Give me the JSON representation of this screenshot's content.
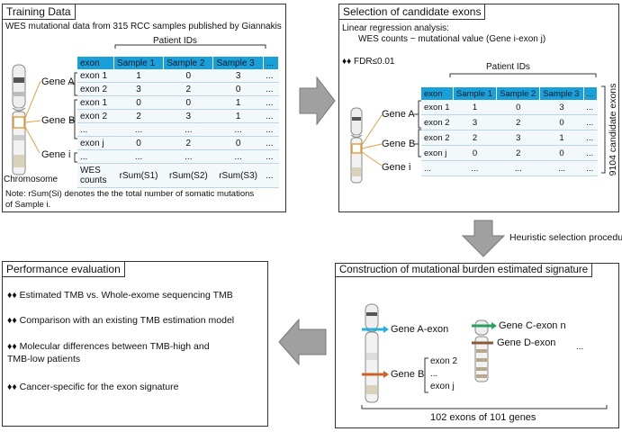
{
  "training": {
    "title": "Training Data",
    "subtitle": "WES mutational data from 315 RCC samples published by Giannakis",
    "patient_ids": "Patient IDs",
    "genes": [
      "Gene A",
      "Gene B",
      "Gene i"
    ],
    "chromosome": "Chromosome",
    "header": [
      "exon",
      "Sample 1",
      "Sample 2",
      "Sample 3",
      "..."
    ],
    "rows": [
      [
        "exon 1",
        "1",
        "0",
        "3",
        "..."
      ],
      [
        "exon 2",
        "3",
        "2",
        "0",
        "..."
      ],
      [
        "exon 1",
        "0",
        "0",
        "1",
        "..."
      ],
      [
        "exon 2",
        "2",
        "3",
        "1",
        "..."
      ],
      [
        "...",
        "...",
        "...",
        "...",
        "..."
      ],
      [
        "exon j",
        "0",
        "2",
        "0",
        "..."
      ],
      [
        "...",
        "...",
        "...",
        "...",
        "..."
      ]
    ],
    "counts_label_1": "WES",
    "counts_label_2": "counts",
    "counts": [
      "rSum(S1)",
      "rSum(S2)",
      "rSum(S3)",
      "..."
    ],
    "note_1": "Note: rSum(Si) denotes the the total number of somatic mutations",
    "note_2": "of Sample i."
  },
  "selection": {
    "title": "Selection of candidate exons",
    "line1": "Linear regression analysis:",
    "line2": "WES counts ~ mutational value (Gene i-exon j)",
    "fdr": "♦♦  FDR≤0.01",
    "patient_ids": "Patient IDs",
    "genes": [
      "Gene A",
      "Gene B",
      "Gene i"
    ],
    "header": [
      "exon",
      "Sample 1",
      "Sample 2",
      "Sample 3",
      "..."
    ],
    "rows": [
      [
        "exon 1",
        "1",
        "0",
        "3",
        "..."
      ],
      [
        "exon 2",
        "3",
        "2",
        "0",
        "..."
      ],
      [
        "exon 2",
        "2",
        "3",
        "1",
        "..."
      ],
      [
        "exon j",
        "0",
        "2",
        "0",
        "..."
      ],
      [
        "...",
        "...",
        "...",
        "...",
        "..."
      ]
    ],
    "candidate_count": "9104 candidate exons"
  },
  "heuristic": "Heuristic selection procedure",
  "performance": {
    "title": "Performance evaluation",
    "bullets": [
      "♦♦  Estimated TMB vs. Whole-exome sequencing TMB",
      "♦♦  Comparison with an existing TMB estimation model",
      "♦♦  Molecular differences between TMB-high and",
      "TMB-low patients",
      "♦♦  Cancer-specific for the exon signature"
    ]
  },
  "construction": {
    "title": "Construction of mutational burden estimated signature",
    "gene_a": "Gene A-exon",
    "gene_b": "Gene B",
    "exons_b": [
      "exon 2",
      "...",
      "exon j"
    ],
    "gene_c": "Gene C-exon n",
    "gene_d": "Gene D-exon",
    "ellipsis": "...",
    "summary": "102 exons of 101 genes"
  },
  "colors": {
    "table_header": "#1aa0d8",
    "arrow": "#999999",
    "highlight": "#e8a040",
    "marker_a": "#2ab0d8",
    "marker_b": "#c8642a",
    "marker_c": "#2aa060",
    "marker_d": "#8a5a3a"
  }
}
